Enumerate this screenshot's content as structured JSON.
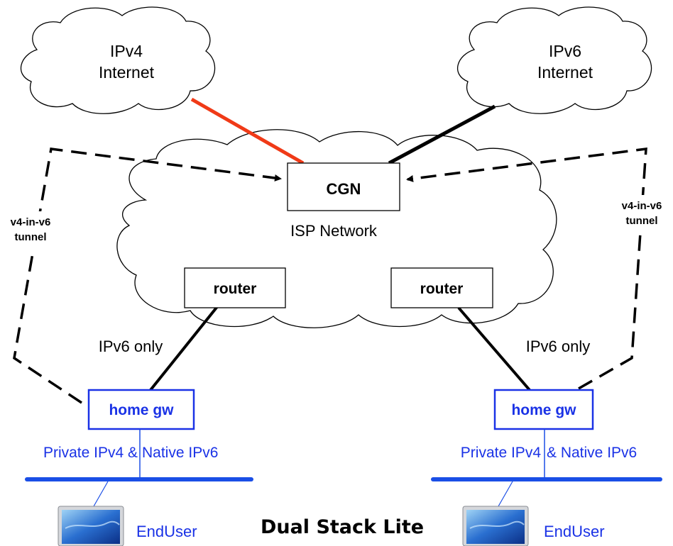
{
  "clouds": {
    "ipv4_internet": {
      "line1": "IPv4",
      "line2": "Internet"
    },
    "ipv6_internet": {
      "line1": "IPv6",
      "line2": "Internet"
    },
    "isp_network": "ISP Network"
  },
  "boxes": {
    "cgn": "CGN",
    "router_left": "router",
    "router_right": "router",
    "home_gw_left": "home gw",
    "home_gw_right": "home gw"
  },
  "links": {
    "ipv6_only_left": "IPv6 only",
    "ipv6_only_right": "IPv6 only"
  },
  "tunnels": {
    "left": {
      "line1": "v4-in-v6",
      "line2": "tunnel"
    },
    "right": {
      "line1": "v4-in-v6",
      "line2": "tunnel"
    }
  },
  "lans": {
    "left": {
      "private": "Private IPv4 &",
      "native": "Native IPv6"
    },
    "right": {
      "private": "Private IPv4",
      "native": "& Native IPv6"
    }
  },
  "endusers": {
    "left": "EndUser",
    "right": "EndUser"
  },
  "title": "Dual Stack Lite",
  "colors": {
    "ipv4_link": "#f03a17",
    "ipv6_link": "#000000",
    "home_side": "#1a32e6",
    "lan_bus": "#1a4ee6"
  },
  "icons": {
    "enduser_device": "laptop-icon"
  }
}
